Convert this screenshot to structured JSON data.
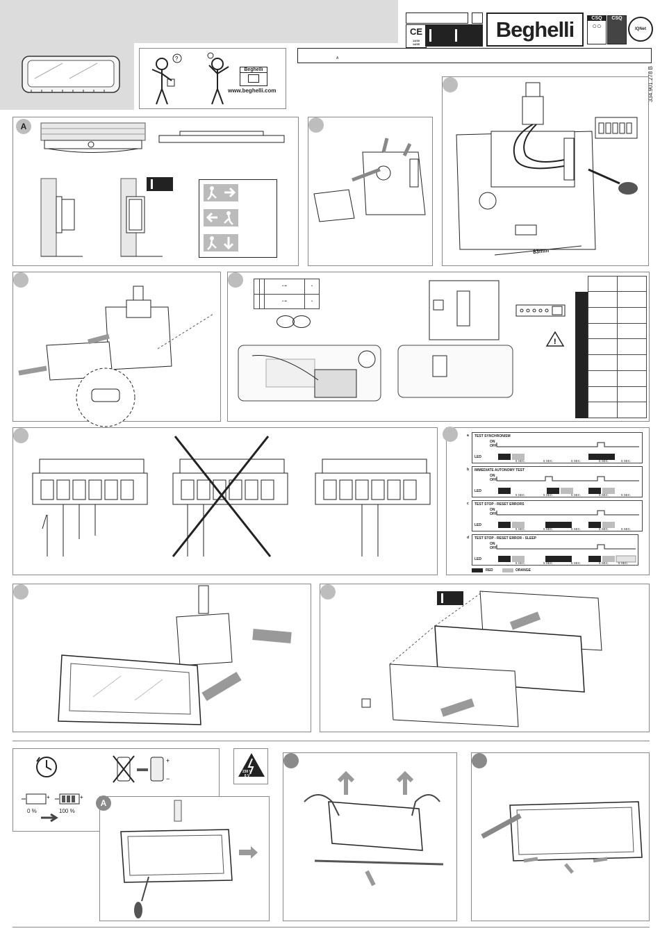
{
  "header": {
    "brand": "Beghelli",
    "ce_mark": "CE",
    "ce_years": "14/30\n14/35",
    "csq_1": "CSQ",
    "csq_2": "CSQ",
    "iqnet": "IQNet",
    "info_letter": "A",
    "website": "www.beghelli.com",
    "doc_number": "334.901.278 B"
  },
  "section_labels": {
    "panel_a": "A",
    "battery_a": "A"
  },
  "dimension": "83mm",
  "voltage_label": "230 V\n0 V",
  "battery": {
    "empty": "0 %",
    "full": "100 %"
  },
  "led_diagram": {
    "rows": [
      {
        "letter": "a",
        "title": "TEST SYNCHRONISM"
      },
      {
        "letter": "b",
        "title": "IMMEDIATE AUTONOMY TEST"
      },
      {
        "letter": "c",
        "title": "TEST STOP - RESET ERRORS"
      },
      {
        "letter": "d",
        "title": "TEST STOP - RESET ERROR - SLEEP"
      }
    ],
    "on": "ON",
    "off": "OFF",
    "led": "LED",
    "sec": "5 SEC.",
    "legend_red": "RED",
    "legend_orange": "ORANGE"
  },
  "colors": {
    "black": "#222222",
    "grey": "#bdbdbd",
    "panel_border": "#888888"
  }
}
